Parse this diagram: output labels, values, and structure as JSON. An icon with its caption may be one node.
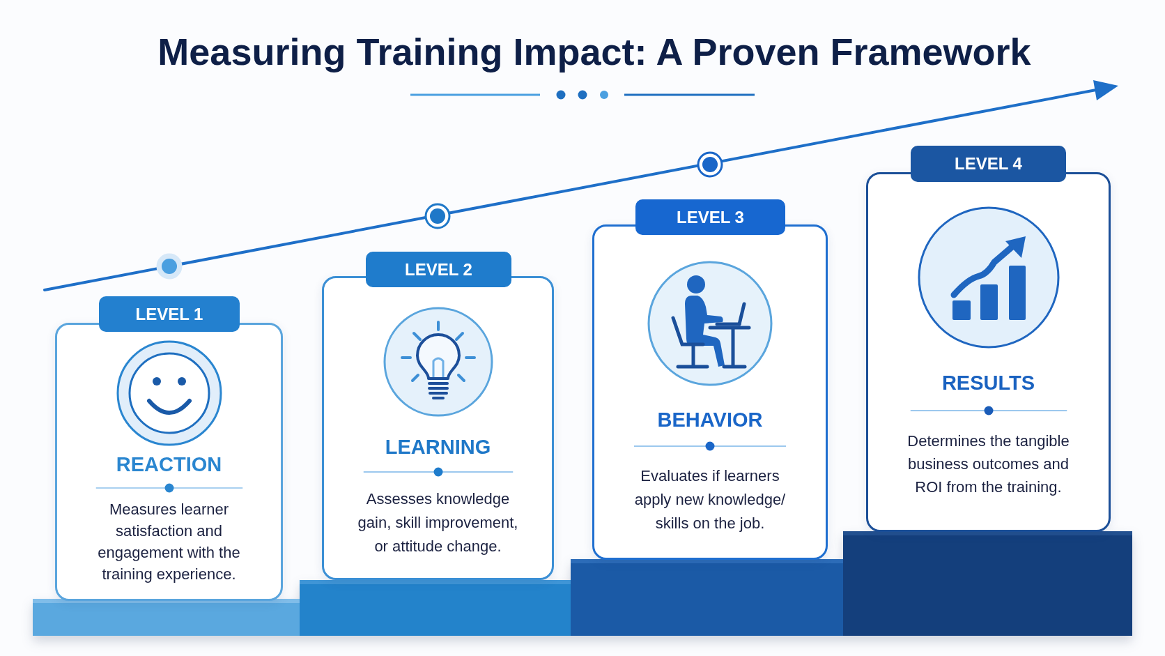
{
  "diagram": {
    "title": "Measuring Training Impact: A Proven Framework",
    "nodes": [
      {
        "text": [
          "LEVEL 1"
        ]
      },
      {
        "text": [
          "REACTION",
          "Measures learner satisfaction and engagement with the training experience."
        ]
      },
      {
        "text": [
          "LEVEL 2"
        ]
      },
      {
        "text": [
          "LEARNING",
          "Assesses knowledge gain, skill improvement, or attitude change."
        ]
      },
      {
        "text": [
          "LEVEL 3"
        ]
      },
      {
        "text": [
          "BEHAVIOR",
          "Evaluates if learners apply new knowledge/ skills on the job."
        ]
      },
      {
        "text": [
          "LEVEL 4"
        ]
      },
      {
        "text": [
          "RESULTS",
          "Determines the tangible business outcomes and ROI from the training."
        ]
      }
    ]
  }
}
